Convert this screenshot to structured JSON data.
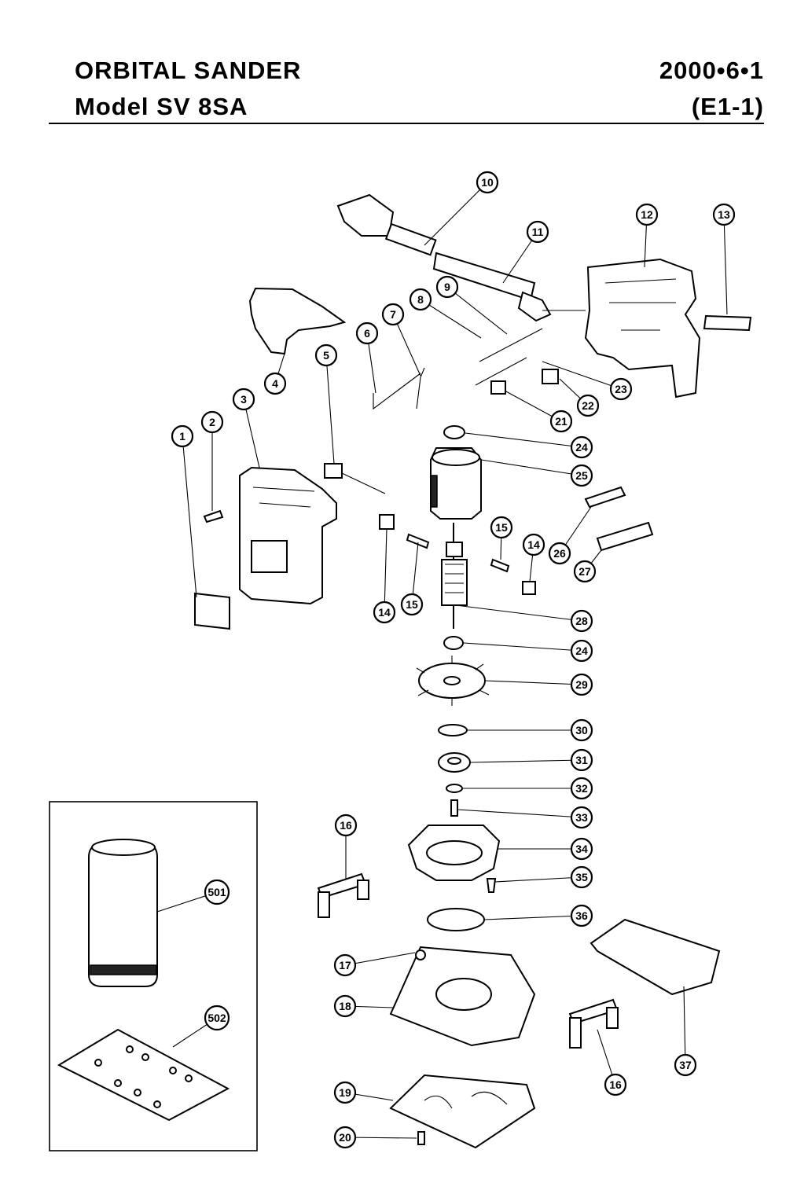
{
  "header": {
    "title_line1": "ORBITAL  SANDER",
    "title_line2": "Model  SV  8SA",
    "date": "2000•6•1",
    "page_code": "(E1-1)"
  },
  "callouts": [
    "1",
    "2",
    "3",
    "4",
    "5",
    "6",
    "7",
    "8",
    "9",
    "10",
    "11",
    "12",
    "13",
    "14",
    "14",
    "15",
    "15",
    "16",
    "16",
    "17",
    "18",
    "19",
    "20",
    "21",
    "22",
    "23",
    "24",
    "24",
    "25",
    "26",
    "27",
    "28",
    "29",
    "30",
    "31",
    "32",
    "33",
    "34",
    "35",
    "36",
    "37",
    "501",
    "502"
  ]
}
